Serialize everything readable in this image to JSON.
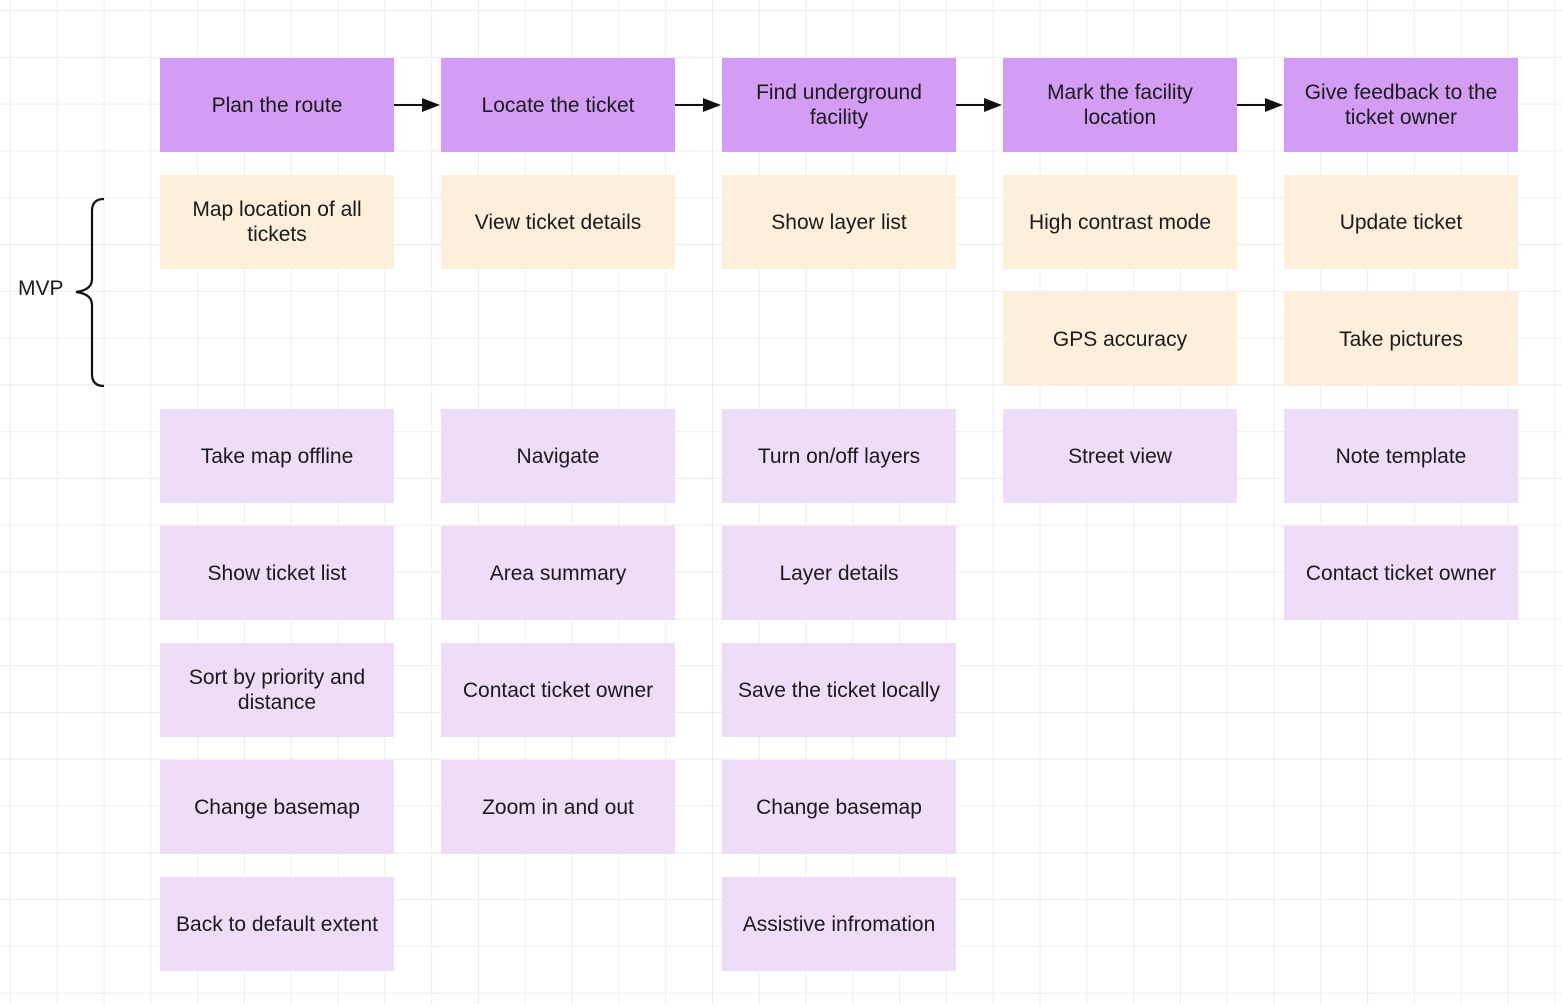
{
  "mvp_label": "MVP",
  "activities": [
    "Plan the route",
    "Locate the ticket",
    "Find underground facility",
    "Mark the facility location",
    "Give feedback to the ticket owner"
  ],
  "mvp_stories": {
    "col0": [
      "Map location of all tickets"
    ],
    "col1": [
      "View ticket details"
    ],
    "col2": [
      "Show layer list"
    ],
    "col3": [
      "High contrast mode",
      "GPS accuracy"
    ],
    "col4": [
      "Update ticket",
      "Take pictures"
    ]
  },
  "backlog_stories": {
    "col0": [
      "Take map offline",
      "Show ticket list",
      "Sort by priority and distance",
      "Change basemap",
      "Back to default extent"
    ],
    "col1": [
      "Navigate",
      "Area summary",
      "Contact ticket owner",
      "Zoom in and out"
    ],
    "col2": [
      "Turn on/off layers",
      "Layer details",
      "Save the ticket locally",
      "Change basemap",
      "Assistive infromation"
    ],
    "col3": [
      "Street view"
    ],
    "col4": [
      "Note template",
      "Contact ticket owner"
    ]
  },
  "colors": {
    "activity": "#d39df6",
    "mvp_story": "#fdefdc",
    "backlog_story": "#efdcf9"
  }
}
